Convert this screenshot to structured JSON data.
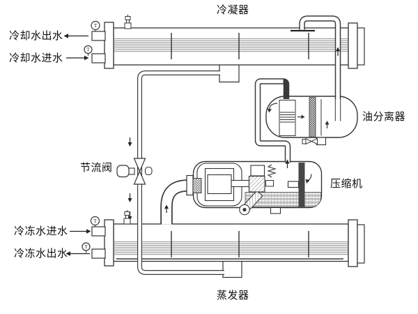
{
  "diagram": {
    "type": "refrigeration-cycle-schematic",
    "background": "#ffffff",
    "line_color": "#3a3a3a",
    "tube_color": "#999999",
    "gauge_letter": "T",
    "components": {
      "condenser": {
        "label": "冷凝器"
      },
      "oil_separator": {
        "label": "油分离器"
      },
      "compressor": {
        "label": "压缩机"
      },
      "throttle_valve": {
        "label": "节流阀"
      },
      "evaporator": {
        "label": "蒸发器"
      }
    },
    "ports": {
      "cooling_water_out": {
        "label": "冷却水出水"
      },
      "cooling_water_in": {
        "label": "冷却水进水"
      },
      "chilled_water_in": {
        "label": "冷冻水进水"
      },
      "chilled_water_out": {
        "label": "冷冻水出水"
      }
    }
  }
}
